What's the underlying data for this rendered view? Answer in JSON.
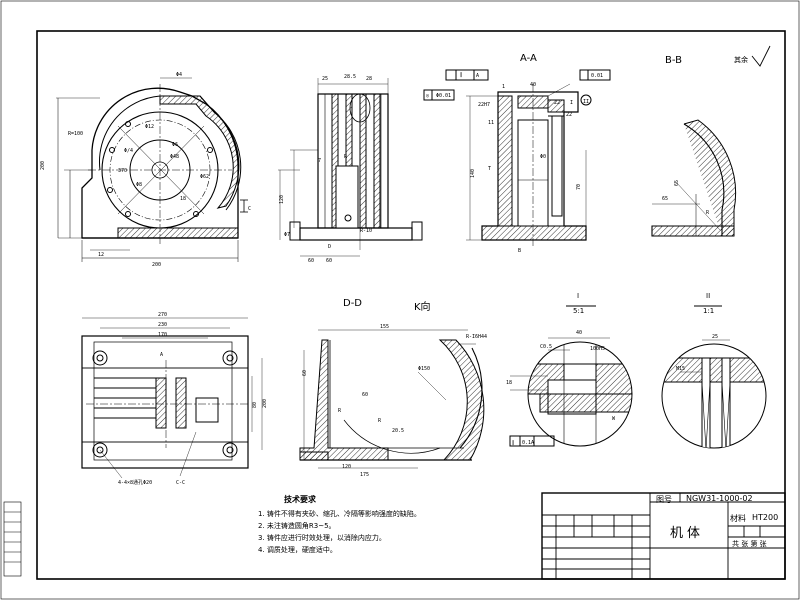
{
  "views": {
    "section_aa": "A-A",
    "section_bb": "B-B",
    "section_dd": "D-D",
    "view_k": "K向",
    "detail_1_num": "I",
    "detail_1_scale": "5:1",
    "detail_2_num": "II",
    "detail_2_scale": "1:1",
    "roughness_note": "其余"
  },
  "technical_requirements": {
    "title": "技术要求",
    "items": [
      "1. 铸件不得有夹砂、缩孔、冷隔等影响强度的缺陷。",
      "2. 未注铸造圆角R3~5。",
      "3. 铸件应进行时效处理，以消除内应力。",
      "4. 调质处理，硬度适中。"
    ]
  },
  "title_block": {
    "drawing_no_label": "图号",
    "drawing_no": "NGW31-1000-02",
    "part_name": "机体",
    "material_label": "材料",
    "material": "HT200",
    "sheet_info": "共 张 第 张"
  }
}
